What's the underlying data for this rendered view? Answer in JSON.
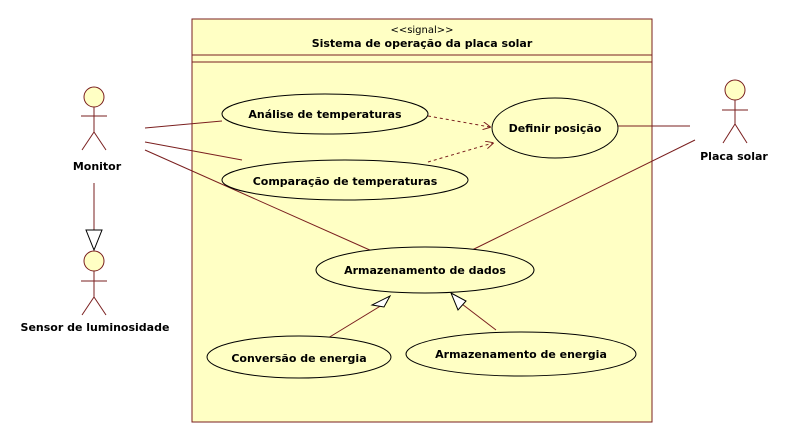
{
  "system": {
    "stereotype": "<<signal>>",
    "title": "Sistema de operação da placa solar"
  },
  "actors": {
    "monitor": "Monitor",
    "sensor": "Sensor de luminosidade",
    "placa": "Placa solar"
  },
  "use_cases": {
    "analise": "Análise de temperaturas",
    "comparacao": "Comparação de temperaturas",
    "definir": "Definir posição",
    "armazenamento_dados": "Armazenamento de dados",
    "conversao": "Conversão de energia",
    "armazenamento_energia": "Armazenamento de energia"
  },
  "colors": {
    "system_fill": "#ffffc4",
    "usecase_fill": "#ffffc4",
    "line": "#7a1f1f",
    "border": "#000000"
  }
}
